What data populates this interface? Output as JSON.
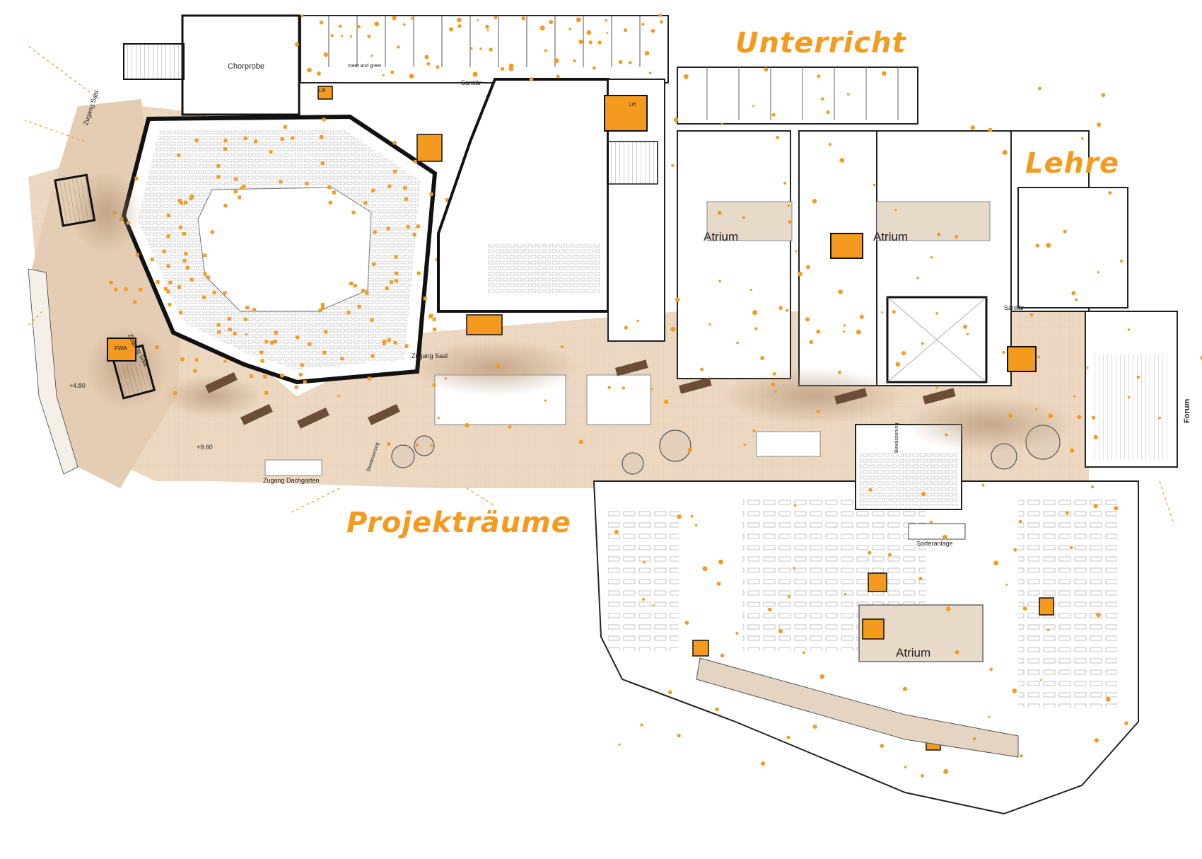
{
  "colors": {
    "accent": "#f39a1f",
    "wall": "#111111",
    "floor_warm": "#e9d2b8",
    "floor_light": "#f3e6d6",
    "shadow": "#a8876a",
    "room_fill": "#ffffff",
    "grid": "#c9c9c9"
  },
  "zones": {
    "unterricht": "Unterricht",
    "lehre": "Lehre",
    "projektraeume": "Projekträume"
  },
  "labels": {
    "chorprobe": "Chorprobe",
    "zugang_saal_1": "Zugang Saal",
    "zugang_saal_2": "Zugang Saal",
    "zugang_saal_3": "Zugang Saal",
    "zugang_dachgarten": "Zugang Dachgarten",
    "sanitaer_1": "Sanitär",
    "sanitaer_2": "Sanitär",
    "atrium_1": "Atrium",
    "atrium_2": "Atrium",
    "atrium_3": "Atrium",
    "forum": "Forum",
    "sorteranlage": "Sorteranlage",
    "lift_1": "Lift",
    "lift_2": "Lift",
    "fwa": "FWA",
    "elev_480": "+4.80",
    "elev_960": "+9.60",
    "meet_greet": "meet and greet",
    "bewaesserung_1": "Bewässerung",
    "bewaesserung_2": "Bewässerung"
  }
}
